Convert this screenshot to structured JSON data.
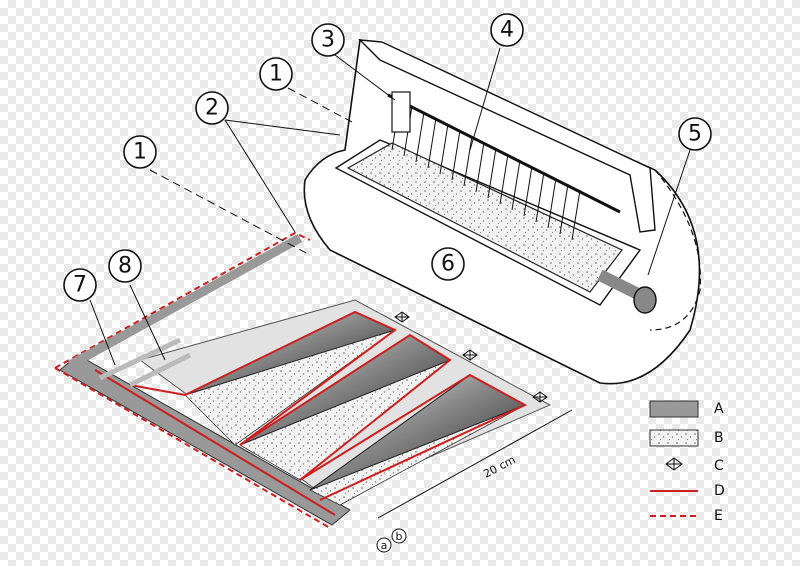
{
  "callouts": {
    "c1a": "1",
    "c1b": "1",
    "c2": "2",
    "c3": "3",
    "c4": "4",
    "c5": "5",
    "c6": "6",
    "c7": "7",
    "c8": "8"
  },
  "dimension": "20 cm",
  "markers": {
    "a": "a",
    "b": "b"
  },
  "legend": [
    {
      "key": "A",
      "swatch": "grey-fill",
      "color": "#999999"
    },
    {
      "key": "B",
      "swatch": "dotted-fill",
      "color": "#eeeeee"
    },
    {
      "key": "C",
      "swatch": "cross-diamond",
      "color": "#111111"
    },
    {
      "key": "D",
      "swatch": "solid-line",
      "color": "#cc1f1f"
    },
    {
      "key": "E",
      "swatch": "dashed-line",
      "color": "#cc1f1f"
    }
  ]
}
